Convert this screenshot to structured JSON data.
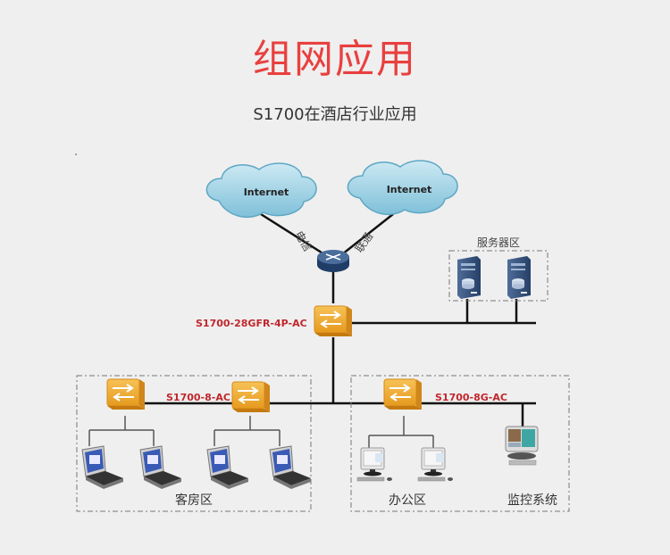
{
  "header": {
    "title": "组网应用",
    "subtitle": "S1700在酒店行业应用"
  },
  "colors": {
    "title": "#e8403f",
    "model_label": "#c0272d",
    "background": "#efefef"
  },
  "diagram": {
    "clouds": [
      {
        "label": "Internet"
      },
      {
        "label": "Internet"
      }
    ],
    "isp_links": [
      "电信",
      "联通"
    ],
    "router": {
      "icon": "router-icon"
    },
    "core_switch": {
      "model": "S1700-28GFR-4P-AC"
    },
    "server_zone": {
      "label": "服务器区",
      "servers": 2
    },
    "guest_zone": {
      "label": "客房区",
      "switch_model": "S1700-8-AC",
      "switches": 2,
      "laptops": 4
    },
    "office_zone": {
      "label": "办公区",
      "switch_model": "S1700-8G-AC",
      "desktops": 2
    },
    "monitor_zone": {
      "label": "监控系统"
    }
  }
}
